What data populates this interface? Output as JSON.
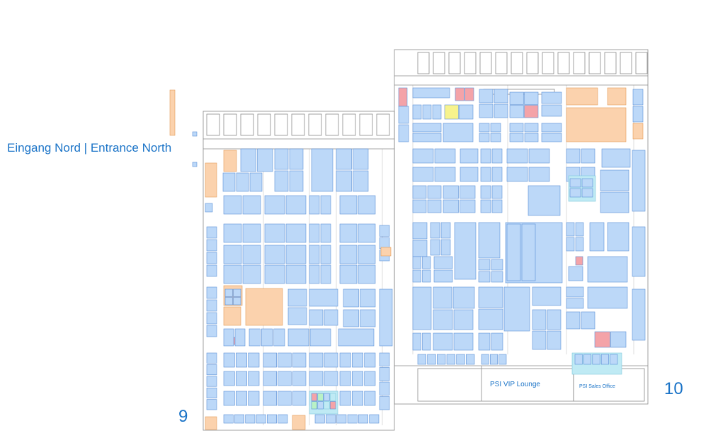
{
  "labels": {
    "entrance": "Eingang Nord | Entrance North",
    "hall_9": "9",
    "hall_10": "10",
    "vip_lounge": "PSI VIP Lounge",
    "sales_office": "PSI Sales Office"
  },
  "colors": {
    "booth": "#bcd8f8",
    "booth_border": "#5b8fd6",
    "highlight": "#fbd2ad",
    "highlight_border": "#e39a55",
    "special_red": "#f4a3a8",
    "special_yellow": "#f7f38d",
    "special_green": "#b9f1c6",
    "lounge": "#bfeaf4",
    "outline": "#8a8a8a",
    "text": "#1a73c7"
  },
  "booth_colors": [
    "booth",
    "highlight",
    "special_red",
    "special_yellow",
    "special_green",
    "lounge"
  ]
}
